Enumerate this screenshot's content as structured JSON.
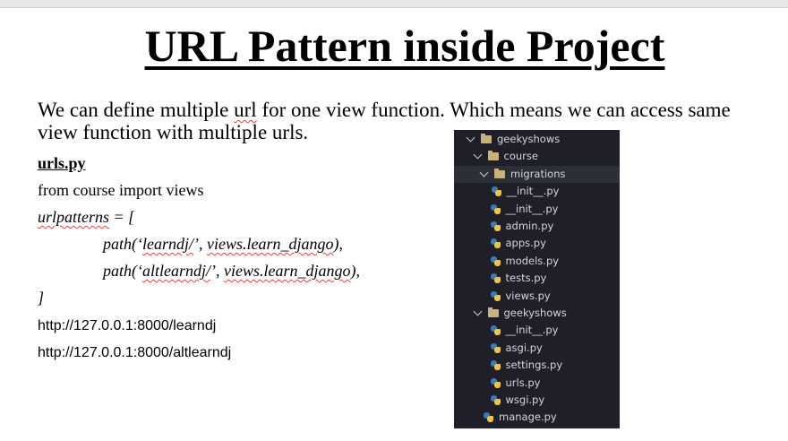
{
  "title": "URL Pattern inside Project",
  "intro": {
    "before": "We can define multiple ",
    "squiggle": "url",
    "after": " for one view function. Which means we can access same view function with multiple urls."
  },
  "code": {
    "filename": "urls.py",
    "import_line": "from course import views",
    "urlpatterns_word": "urlpatterns",
    "urlpatterns_rest": " = [",
    "path1": {
      "a": "path(‘",
      "b": "learndj/",
      "c": "’, ",
      "d": "views.learn_django",
      "e": "),"
    },
    "path2": {
      "a": "path(‘",
      "b": "altlearndj/",
      "c": "’, ",
      "d": "views.learn_django",
      "e": "),"
    },
    "close": "]"
  },
  "urls": [
    "http://127.0.0.1:8000/learndj",
    "http://127.0.0.1:8000/altlearndj"
  ],
  "tree": [
    {
      "label": "geekyshows",
      "type": "folder",
      "level": 0
    },
    {
      "label": "course",
      "type": "folder",
      "level": 1
    },
    {
      "label": "migrations",
      "type": "folder",
      "level": 2,
      "selected": true
    },
    {
      "label": "__init__.py",
      "type": "file",
      "level": 3
    },
    {
      "label": "__init__.py",
      "type": "file",
      "level": 2
    },
    {
      "label": "admin.py",
      "type": "file",
      "level": 2
    },
    {
      "label": "apps.py",
      "type": "file",
      "level": 2
    },
    {
      "label": "models.py",
      "type": "file",
      "level": 2
    },
    {
      "label": "tests.py",
      "type": "file",
      "level": 2
    },
    {
      "label": "views.py",
      "type": "file",
      "level": 2
    },
    {
      "label": "geekyshows",
      "type": "folder",
      "level": 1
    },
    {
      "label": "__init__.py",
      "type": "file",
      "level": 2
    },
    {
      "label": "asgi.py",
      "type": "file",
      "level": 2
    },
    {
      "label": "settings.py",
      "type": "file",
      "level": 2
    },
    {
      "label": "urls.py",
      "type": "file",
      "level": 2
    },
    {
      "label": "wsgi.py",
      "type": "file",
      "level": 2
    },
    {
      "label": "manage.py",
      "type": "file",
      "level": 1
    }
  ]
}
